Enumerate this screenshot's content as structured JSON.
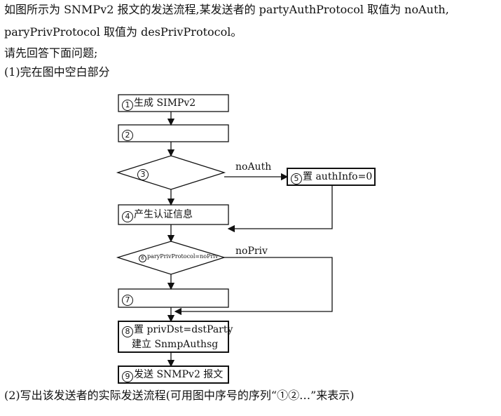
{
  "intro": {
    "line1": "如图所示为 SNMPv2 报文的发送流程,某发送者的 partyAuthProtocol 取值为 noAuth,",
    "line2": "paryPrivProtocol 取值为 desPrivProtocol。",
    "line3": "请先回答下面问题;",
    "line4": "(1)完在图中空白部分"
  },
  "footer": {
    "question2": "(2)写出该发送者的实际发送流程(可用图中序号的序列“①②…”来表示)"
  },
  "flow": {
    "s1_num": "1",
    "s1_text": "生成 SIMPv2",
    "s2_num": "2",
    "s2_text": "",
    "s3_num": "3",
    "s3_text": "",
    "s4_num": "4",
    "s4_text": "产生认证信息",
    "s5_num": "5",
    "s5_text": "置 authInfo=0",
    "s6_num": "6",
    "s6_text": "paryPrivProtocol=noPriv",
    "s7_num": "7",
    "s7_text": "",
    "s8_num": "8",
    "s8_text1": "置 privDst=dstParty",
    "s8_text2": "建立 SnmpAuthsg",
    "s9_num": "9",
    "s9_text": "发送 SNMPv2 报文",
    "edge_noauth": "noAuth",
    "edge_nopriv": "noPriv"
  }
}
